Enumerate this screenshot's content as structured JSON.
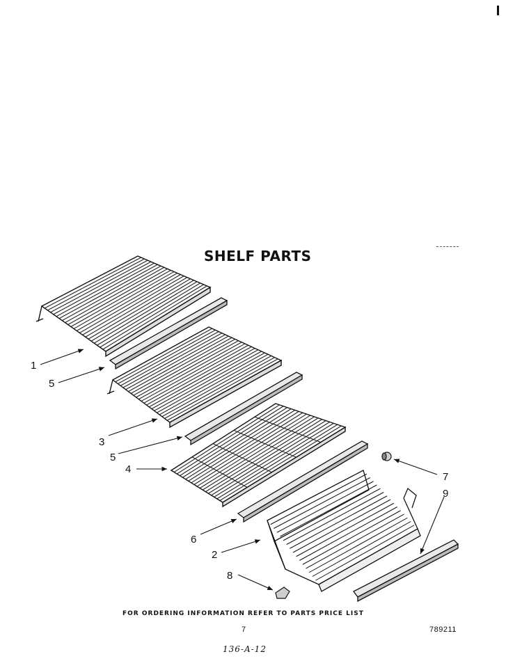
{
  "title": "SHELF PARTS",
  "footer_note": "FOR ORDERING INFORMATION REFER TO PARTS PRICE LIST",
  "page_number": "7",
  "document_number": "789211",
  "handwritten_note": "136-A-12",
  "callouts": [
    {
      "id": "1",
      "label": "1"
    },
    {
      "id": "5a",
      "label": "5"
    },
    {
      "id": "3",
      "label": "3"
    },
    {
      "id": "5b",
      "label": "5"
    },
    {
      "id": "4",
      "label": "4"
    },
    {
      "id": "6",
      "label": "6"
    },
    {
      "id": "2",
      "label": "2"
    },
    {
      "id": "8",
      "label": "8"
    },
    {
      "id": "7",
      "label": "7"
    },
    {
      "id": "9",
      "label": "9"
    }
  ]
}
